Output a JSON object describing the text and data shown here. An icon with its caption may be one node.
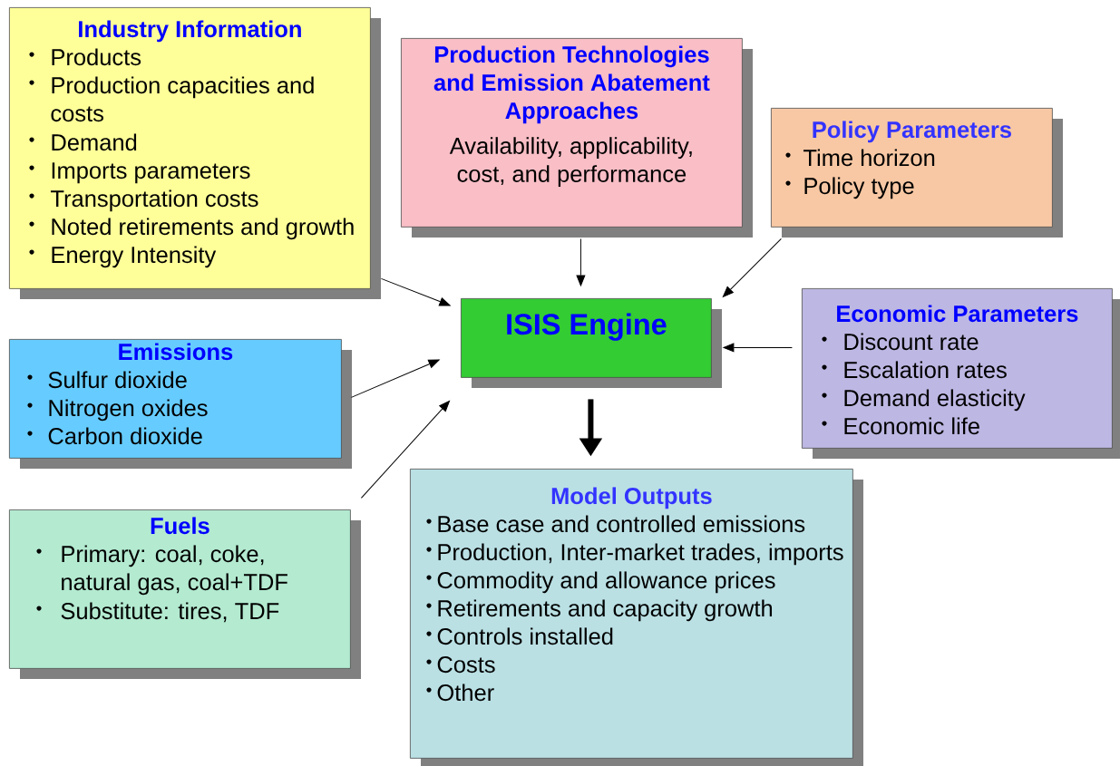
{
  "diagram": {
    "nodes": [
      {
        "text": [
          "Industry Information",
          "Products",
          "Production capacities and costs",
          "Demand",
          "Imports parameters",
          "Transportation costs",
          "Noted retirements and growth",
          "Energy Intensity"
        ]
      },
      {
        "text": [
          "Production Technologies and Emission Abatement Approaches",
          "Availability, applicability, cost, and performance"
        ]
      },
      {
        "text": [
          "Policy Parameters",
          "Time horizon",
          "Policy type"
        ]
      },
      {
        "text": [
          "ISIS Engine"
        ]
      },
      {
        "text": [
          "Economic Parameters",
          "Discount rate",
          "Escalation rates",
          "Demand elasticity",
          "Economic life"
        ]
      },
      {
        "text": [
          "Emissions",
          "Sulfur dioxide",
          "Nitrogen oxides",
          "Carbon dioxide"
        ]
      },
      {
        "text": [
          "Fuels",
          "Primary:  coal, coke, natural gas, coal+TDF",
          "Substitute: tires, TDF"
        ]
      },
      {
        "text": [
          "Model Outputs",
          "Base case and controlled emissions",
          "Production, Inter-market trades, imports",
          "Commodity and allowance prices",
          "Retirements and capacity growth",
          "Controls installed",
          "Costs",
          "Other"
        ]
      }
    ],
    "edges": [
      {
        "from": 0,
        "to": 3,
        "arrow": "to"
      },
      {
        "from": 1,
        "to": 3,
        "arrow": "to"
      },
      {
        "from": 2,
        "to": 3,
        "arrow": "to"
      },
      {
        "from": 4,
        "to": 3,
        "arrow": "to"
      },
      {
        "from": 5,
        "to": 3,
        "arrow": "to"
      },
      {
        "from": 6,
        "to": 3,
        "arrow": "to"
      },
      {
        "from": 3,
        "to": 7,
        "arrow": "to",
        "style": "thick"
      }
    ]
  }
}
